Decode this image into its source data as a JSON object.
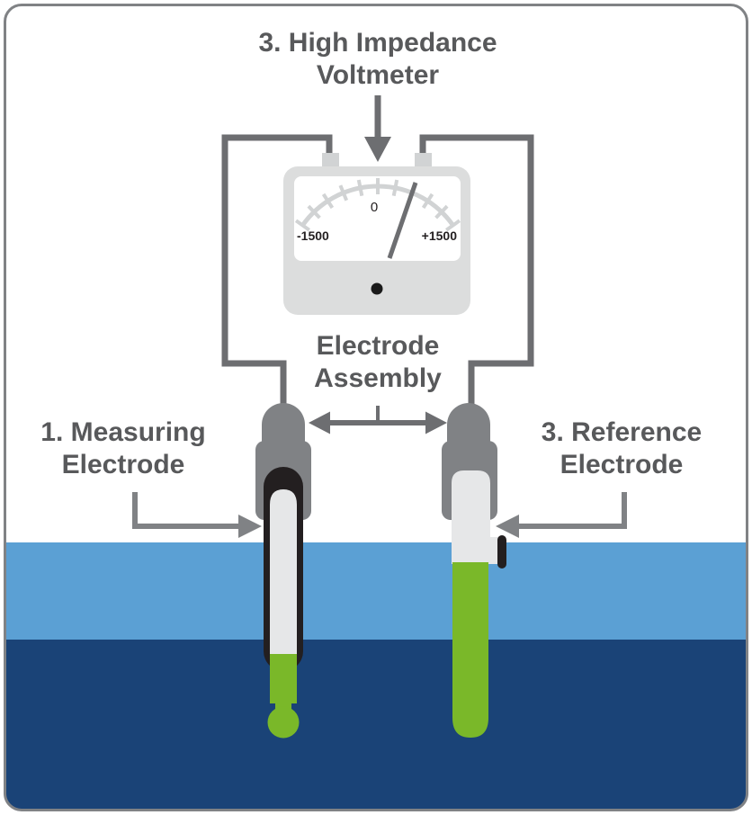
{
  "title": {
    "line1": "3. High Impedance",
    "line2": "Voltmeter"
  },
  "voltmeter": {
    "scale": {
      "min_label": "-1500",
      "zero_label": "0",
      "max_label": "+1500"
    }
  },
  "labels": {
    "electrode_assembly": {
      "line1": "Electrode",
      "line2": "Assembly"
    },
    "measuring_electrode": {
      "line1": "1. Measuring",
      "line2": "Electrode"
    },
    "reference_electrode": {
      "line1": "3. Reference",
      "line2": "Electrode"
    }
  },
  "colors": {
    "label_text": "#58595b",
    "wire_gray": "#6d6e71",
    "meter_body": "#dcdddd",
    "meter_scale": "#d1d3d4",
    "meter_text": "#231f20",
    "electrode_cap_gray": "#808285",
    "electrode_black": "#231f20",
    "electrode_glass_white": "#e6e7e8",
    "electrode_green": "#7ab829",
    "water_light_blue": "#5ba0d4",
    "water_dark_blue": "#1a4377",
    "frame_border": "#808285"
  }
}
